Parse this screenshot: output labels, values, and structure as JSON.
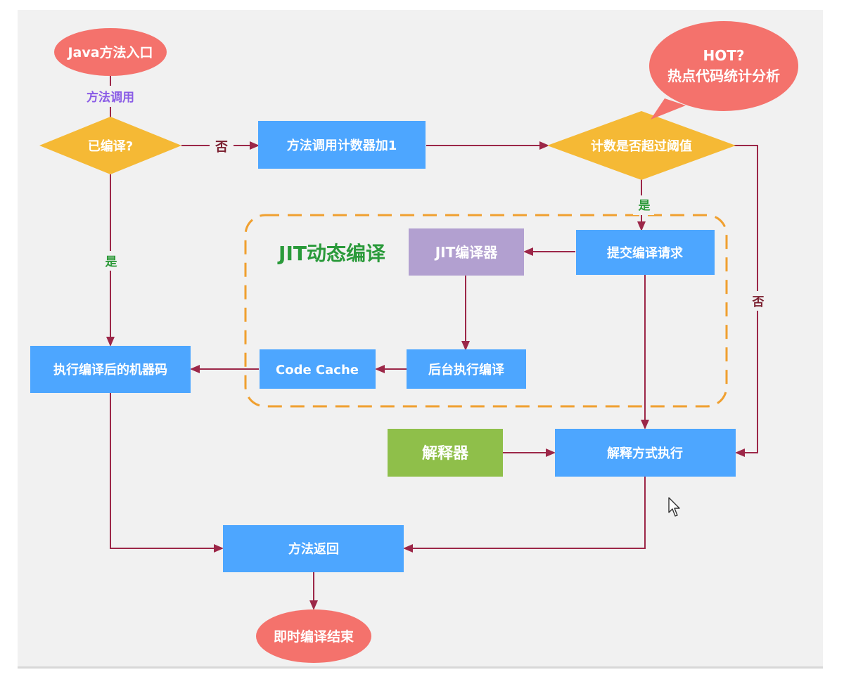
{
  "nodes": {
    "java_entry": "Java方法入口",
    "compiled_check": "已编译?",
    "counter_increment": "方法调用计数器加1",
    "threshold_check": "计数是否超过阈值",
    "hot_line1": "HOT?",
    "hot_line2": "热点代码统计分析",
    "jit_title": "JIT动态编译",
    "jit_compiler": "JIT编译器",
    "submit_request": "提交编译请求",
    "exec_machine_code": "执行编译后的机器码",
    "code_cache": "Code Cache",
    "background_compile": "后台执行编译",
    "interpreter": "解释器",
    "interpret_exec": "解释方式执行",
    "method_return": "方法返回",
    "jit_end": "即时编译结束"
  },
  "edge_labels": {
    "method_call": "方法调用",
    "no_counter": "否",
    "yes_compiled": "是",
    "yes_threshold": "是",
    "no_threshold": "否"
  },
  "colors": {
    "blue": "#4da6ff",
    "red": "#f4726c",
    "yellow": "#f5b935",
    "purple": "#b2a0d0",
    "green": "#8fbf4a",
    "arrow": "#9c2748",
    "jit_frame": "#f0a030",
    "jit_title": "#2a9a3a",
    "label_purple": "#8a5ce6",
    "label_green": "#2e9a3a",
    "label_dark": "#7a1f2f"
  }
}
